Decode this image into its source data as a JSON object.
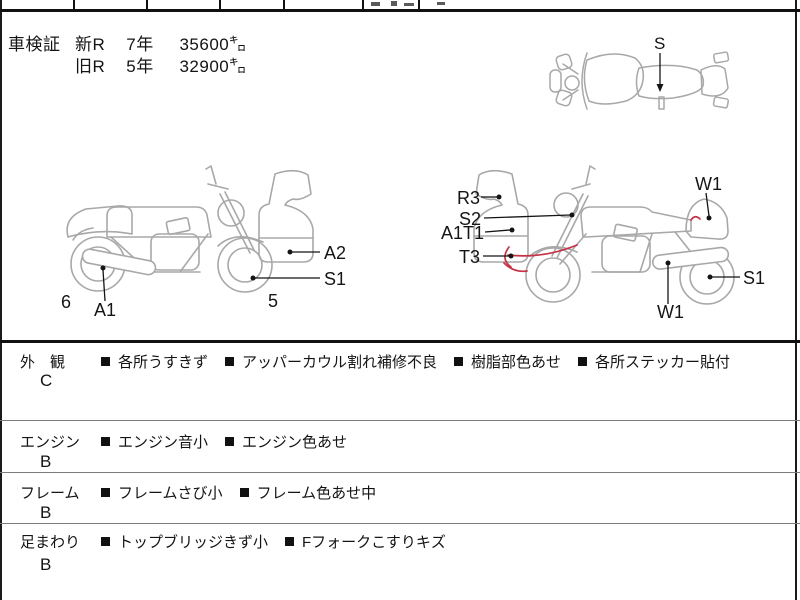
{
  "inspection": {
    "title": "車検証",
    "rows": [
      {
        "col1": "新R",
        "col2": "7年",
        "col3": "35600㌔"
      },
      {
        "col1": "旧R",
        "col2": "5年",
        "col3": "32900㌔"
      }
    ]
  },
  "diagram": {
    "top_view": {
      "s": "S"
    },
    "left_bike": {
      "a2": "A2",
      "s1": "S1",
      "n6": "6",
      "a1": "A1",
      "n5": "5"
    },
    "right_bike": {
      "r3": "R3",
      "s2": "S2",
      "a1t1": "A1T1",
      "t3": "T3",
      "w1_top": "W1",
      "s1": "S1",
      "w1_bottom": "W1"
    }
  },
  "sections": [
    {
      "label": "外　観",
      "grade": "C",
      "items": [
        "各所うすきず",
        "アッパーカウル割れ補修不良",
        "樹脂部色あせ",
        "各所ステッカー貼付"
      ]
    },
    {
      "label": "エンジン",
      "grade": "B",
      "items": [
        "エンジン音小",
        "エンジン色あせ"
      ]
    },
    {
      "label": "フレーム",
      "grade": "B",
      "items": [
        "フレームさび小",
        "フレーム色あせ中"
      ]
    },
    {
      "label": "足まわり",
      "grade": "B",
      "items": [
        "トップブリッジきず小",
        "Fフォークこすりキズ"
      ]
    }
  ],
  "colors": {
    "line_art": "#a8a8a8",
    "damage_mark": "#c53246",
    "border": "#111111",
    "thin_divider": "#7c7c7c"
  }
}
